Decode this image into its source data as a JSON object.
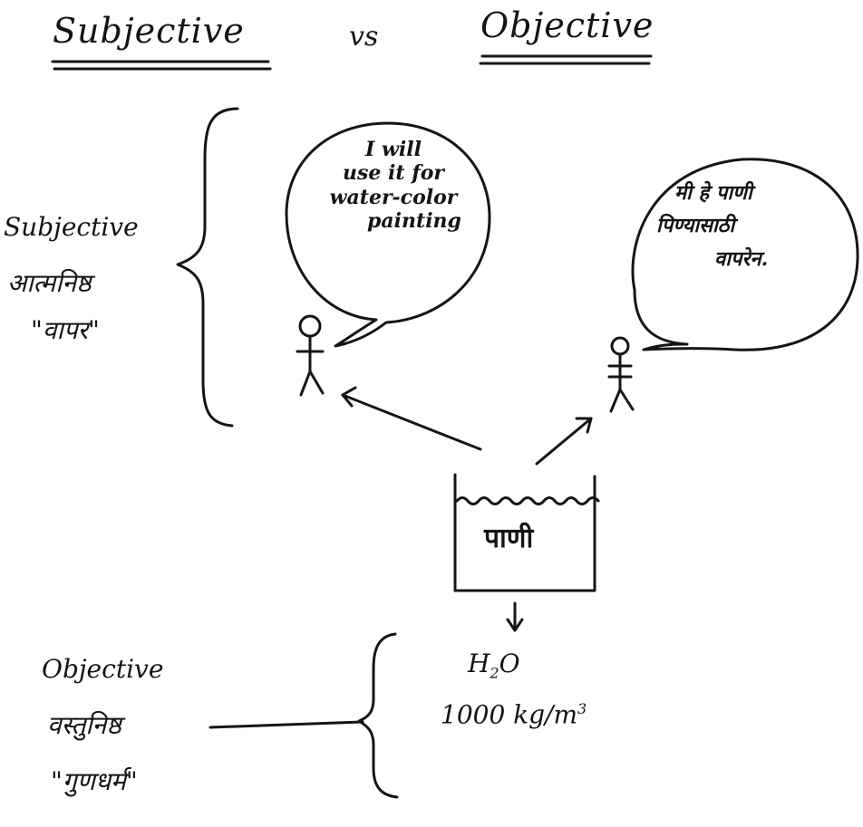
{
  "title": {
    "left": "Subjective",
    "middle": "vs",
    "right": "Objective"
  },
  "subjective_note": {
    "line1": "Subjective",
    "line2": "आत्मनिष्ठ",
    "line3": "\"वापर\""
  },
  "bubble_left": {
    "line1": "I will",
    "line2": "use it for",
    "line3": "water-color",
    "line4": "painting"
  },
  "bubble_right": {
    "line1": "मी हे पाणी",
    "line2": "पिण्यासाठी",
    "line3": "वापरेन."
  },
  "tank": {
    "label": "पाणी"
  },
  "properties": {
    "formula_h": "H",
    "formula_sub": "2",
    "formula_o": "O",
    "density_value": "1000 kg/m",
    "density_sup": "3"
  },
  "objective_note": {
    "line1": "Objective",
    "line2": "वस्तुनिष्ठ",
    "line3": "\"गुणधर्म\""
  }
}
